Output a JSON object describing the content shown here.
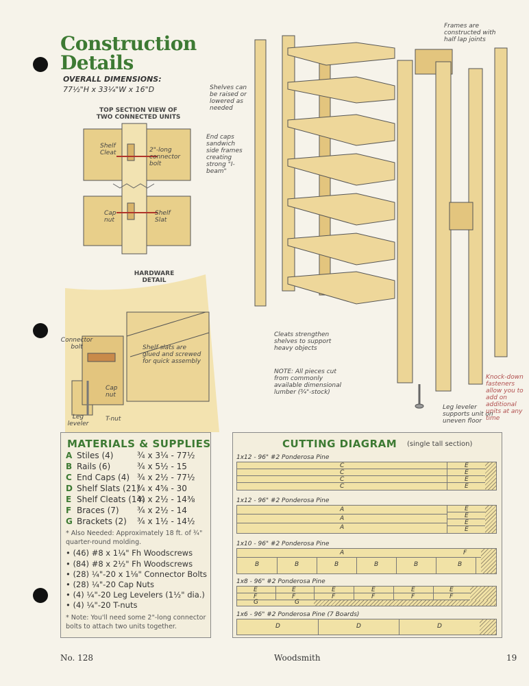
{
  "page": {
    "title_line1": "Construction",
    "title_line2": "Details",
    "dims_label": "OVERALL DIMENSIONS:",
    "dims_value": "77½\"H x 33¼\"W x 16\"D"
  },
  "callouts": {
    "top_section_title": "TOP SECTION VIEW OF TWO CONNECTED UNITS",
    "shelf_cleat": "Shelf Cleat",
    "connector_bolt_2in": "2\"-long connector bolt",
    "cap_nut": "Cap nut",
    "shelf_slat": "Shelf Slat",
    "hardware_detail": "HARDWARE DETAIL",
    "connector_bolt": "Connector bolt",
    "shelf_slats_glued": "Shelf slats are glued and screwed for quick assembly",
    "cap_nut2": "Cap nut",
    "t_nut": "T-nut",
    "leg_leveler": "Leg leveler",
    "shelves_raised": "Shelves can be raised or lowered as needed",
    "end_caps": "End caps sandwich side frames creating strong \"I-beam\"",
    "frames_half_lap": "Frames are constructed with half lap joints",
    "cleats_strengthen": "Cleats strengthen shelves to support heavy objects",
    "note": "NOTE: All pieces cut from commonly available dimensional lumber (¾\"-stock)",
    "leg_leveler_supports": "Leg leveler supports unit on uneven floor",
    "knockdown": "Knock-down fasteners allow you to add on additional units at any time"
  },
  "materials": {
    "title": "MATERIALS & SUPPLIES",
    "items": [
      {
        "letter": "A",
        "name": "Stiles (4)",
        "size": "¾ x 3¼ - 77½"
      },
      {
        "letter": "B",
        "name": "Rails (6)",
        "size": "¾ x 5½ - 15"
      },
      {
        "letter": "C",
        "name": "End Caps (4)",
        "size": "¾ x 2½ - 77½"
      },
      {
        "letter": "D",
        "name": "Shelf Slats (21)",
        "size": "¾ x 4⅝ - 30"
      },
      {
        "letter": "E",
        "name": "Shelf Cleats (14)",
        "size": "¾ x 2½ - 14⅜"
      },
      {
        "letter": "F",
        "name": "Braces (7)",
        "size": "¾ x 2½ - 14"
      },
      {
        "letter": "G",
        "name": "Brackets (2)",
        "size": "¾ x 1½ - 14½"
      }
    ],
    "also_needed": "* Also Needed: Approximately 18 ft. of ¾\" quarter-round molding.",
    "supplies": [
      "• (46) #8 x 1¼\" Fh Woodscrews",
      "• (84) #8 x 2½\" Fh Woodscrews",
      "• (28) ¼\"-20 x 1⅛\" Connector Bolts",
      "• (28) ¼\"-20 Cap Nuts",
      "• (4) ¼\"-20 Leg Levelers (1½\" dia.)",
      "• (4) ¼\"-20 T-nuts"
    ],
    "note": "* Note: You'll need some 2\"-long connector bolts to attach two units together."
  },
  "cutting": {
    "title": "CUTTING DIAGRAM",
    "subtitle": "(single tall section)",
    "boards": [
      {
        "label": "1x12 - 96\" #2 Ponderosa Pine",
        "parts": [
          "C",
          "C",
          "C",
          "C",
          "E",
          "E",
          "E",
          "E"
        ]
      },
      {
        "label": "1x12 - 96\" #2 Ponderosa Pine",
        "parts": [
          "A",
          "A",
          "A",
          "E",
          "E",
          "E",
          "E"
        ]
      },
      {
        "label": "1x10 - 96\" #2 Ponderosa Pine",
        "parts": [
          "A",
          "F",
          "B",
          "B",
          "B",
          "B",
          "B",
          "B"
        ]
      },
      {
        "label": "1x8 - 96\" #2 Ponderosa Pine",
        "parts": [
          "E",
          "E",
          "E",
          "E",
          "E",
          "E",
          "F",
          "F",
          "F",
          "F",
          "F",
          "F",
          "G",
          "G"
        ]
      },
      {
        "label": "1x6 - 96\" #2 Ponderosa Pine (7 Boards)",
        "parts": [
          "D",
          "D",
          "D"
        ]
      }
    ]
  },
  "footer": {
    "left": "No. 128",
    "center": "Woodsmith",
    "right": "19"
  }
}
